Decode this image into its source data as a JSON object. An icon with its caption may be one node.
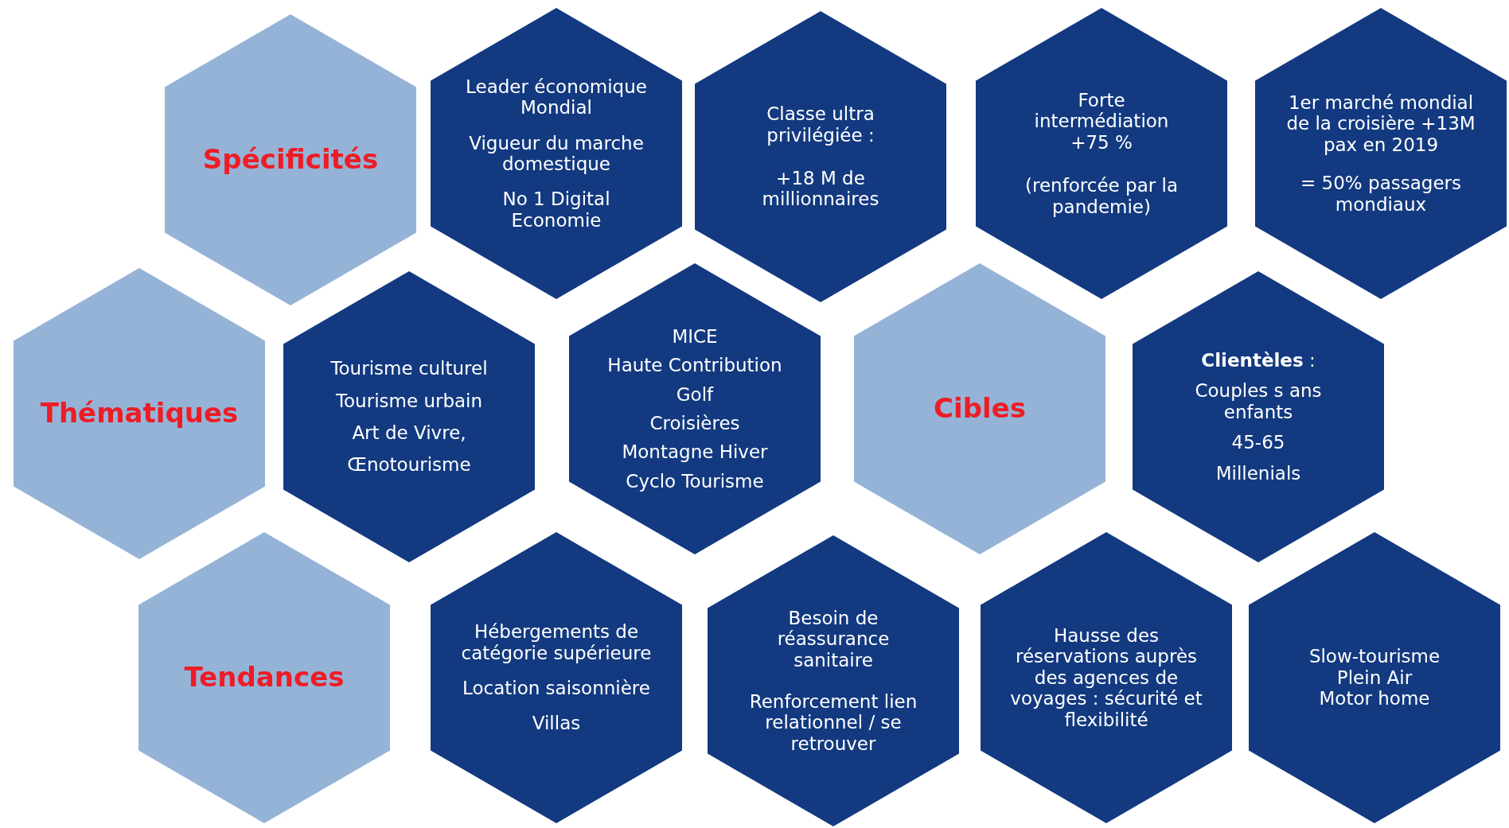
{
  "diagram": {
    "nodes": [
      {
        "text": [
          "Spécificités"
        ]
      },
      {
        "text": [
          "Leader économique Mondial",
          "Vigueur du marche domestique",
          "No 1 Digital Economie"
        ]
      },
      {
        "text": [
          "Classe ultra privilégiée :",
          "+18 M de millionnaires"
        ]
      },
      {
        "text": [
          "Forte intermédiation +75 %",
          "(renforcée par la pandemie)"
        ]
      },
      {
        "text": [
          "1er marché mondial de la croisière +13M pax en 2019",
          "= 50% passagers mondiaux"
        ]
      },
      {
        "text": [
          "Thématiques"
        ]
      },
      {
        "text": [
          "Tourisme culturel",
          "Tourisme urbain",
          "Art de Vivre,",
          "Œnotourisme"
        ]
      },
      {
        "text": [
          "MICE",
          "Haute Contribution",
          "Golf",
          "Croisières",
          "Montagne Hiver",
          "Cyclo Tourisme"
        ]
      },
      {
        "text": [
          "Cibles"
        ]
      },
      {
        "text": [
          "**Clientèles** :",
          "Couples s ans enfants",
          "45-65",
          "Millenials"
        ]
      },
      {
        "text": [
          "Tendances"
        ]
      },
      {
        "text": [
          "Hébergements de catégorie supérieure",
          "Location saisonnière",
          "Villas"
        ]
      },
      {
        "text": [
          "Besoin de réassurance sanitaire",
          "Renforcement lien relationnel / se retrouver"
        ]
      },
      {
        "text": [
          "Hausse des réservations auprès des agences de voyages : sécurité et flexibilité"
        ]
      },
      {
        "text": [
          "Slow-tourisme",
          "Plein Air",
          "Motor home"
        ]
      }
    ]
  }
}
